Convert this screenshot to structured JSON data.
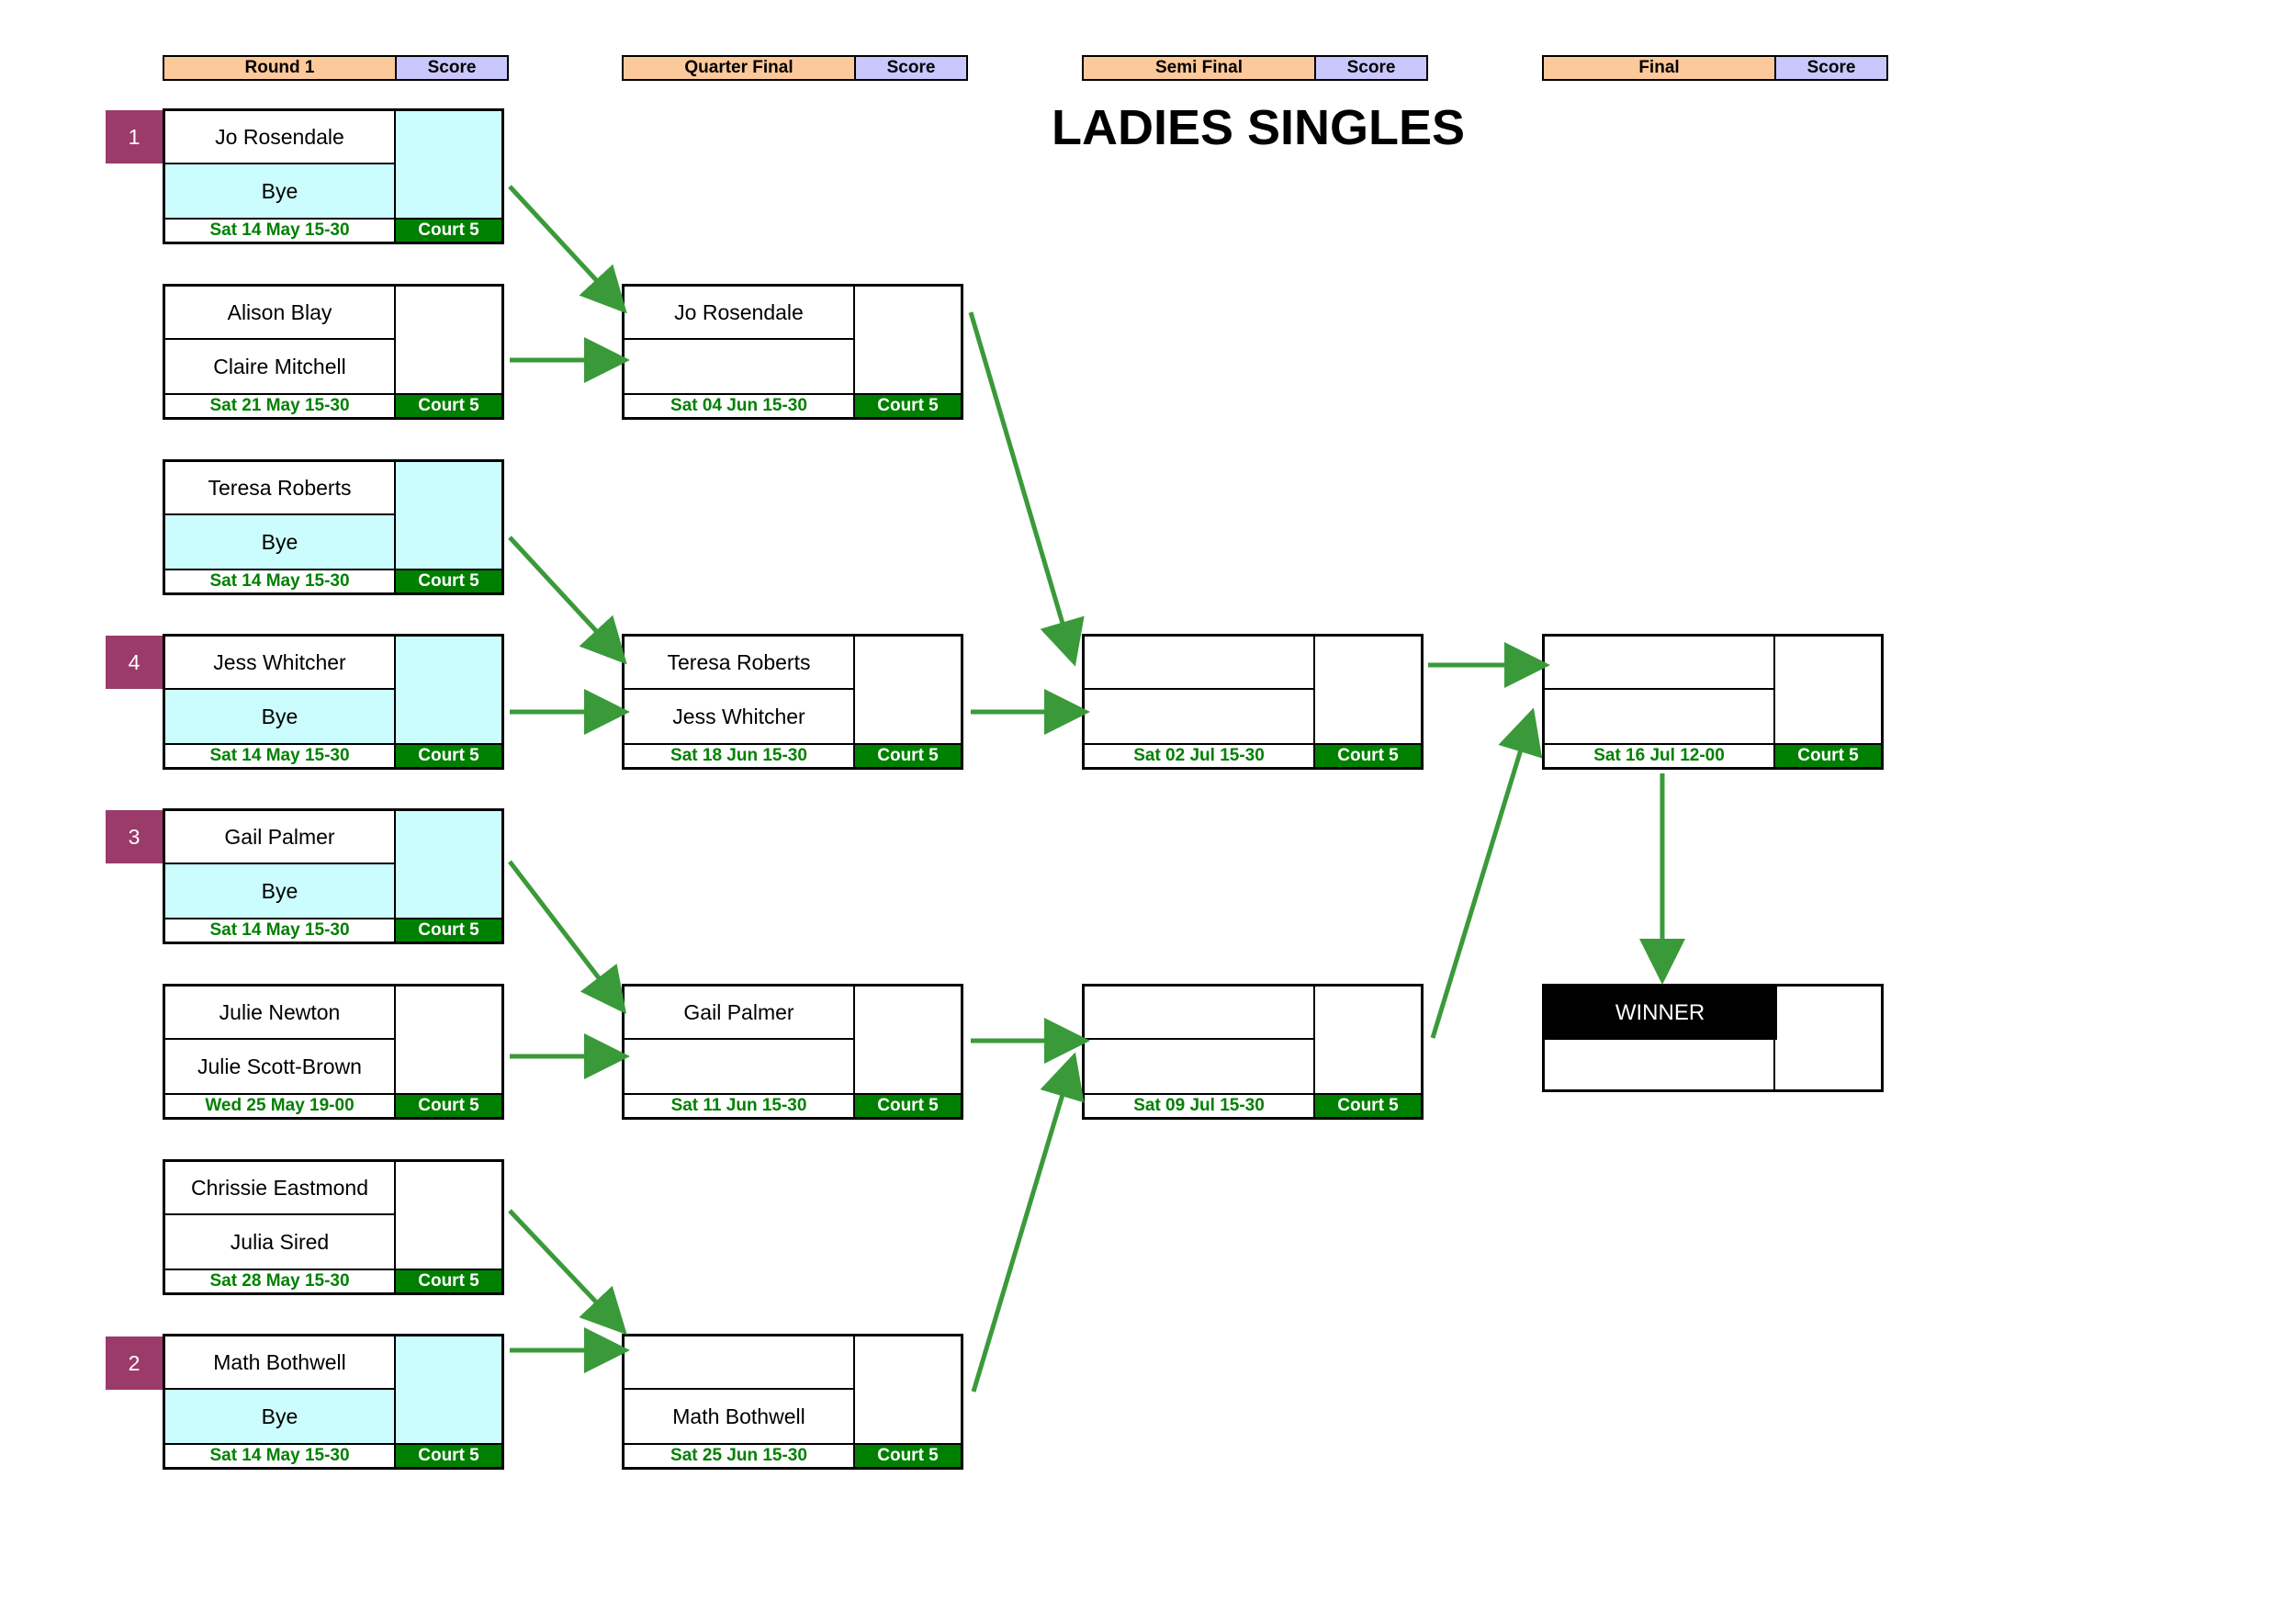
{
  "title": "LADIES SINGLES",
  "headers": [
    {
      "round": "Round 1",
      "score": "Score"
    },
    {
      "round": "Quarter Final",
      "score": "Score"
    },
    {
      "round": "Semi Final",
      "score": "Score"
    },
    {
      "round": "Final",
      "score": "Score"
    }
  ],
  "round1": [
    {
      "seed": "1",
      "p1": "Jo Rosendale",
      "p2": "Bye",
      "date": "Sat 14 May 15-30",
      "court": "Court 5"
    },
    {
      "seed": "",
      "p1": "Alison Blay",
      "p2": "Claire Mitchell",
      "date": "Sat 21 May 15-30",
      "court": "Court 5"
    },
    {
      "seed": "",
      "p1": "Teresa Roberts",
      "p2": "Bye",
      "date": "Sat 14 May 15-30",
      "court": "Court 5"
    },
    {
      "seed": "4",
      "p1": "Jess Whitcher",
      "p2": "Bye",
      "date": "Sat 14 May 15-30",
      "court": "Court 5"
    },
    {
      "seed": "3",
      "p1": "Gail Palmer",
      "p2": "Bye",
      "date": "Sat 14 May 15-30",
      "court": "Court 5"
    },
    {
      "seed": "",
      "p1": "Julie Newton",
      "p2": "Julie Scott-Brown",
      "date": "Wed 25 May 19-00",
      "court": "Court 5"
    },
    {
      "seed": "",
      "p1": "Chrissie Eastmond",
      "p2": "Julia Sired",
      "date": "Sat 28 May 15-30",
      "court": "Court 5"
    },
    {
      "seed": "2",
      "p1": "Math Bothwell",
      "p2": "Bye",
      "date": "Sat 14 May 15-30",
      "court": "Court 5"
    }
  ],
  "quarter_final": [
    {
      "p1": "Jo Rosendale",
      "p2": "",
      "date": "Sat 04 Jun 15-30",
      "court": "Court 5"
    },
    {
      "p1": "Teresa Roberts",
      "p2": "Jess Whitcher",
      "date": "Sat 18 Jun 15-30",
      "court": "Court 5"
    },
    {
      "p1": "Gail Palmer",
      "p2": "",
      "date": "Sat 11 Jun 15-30",
      "court": "Court 5"
    },
    {
      "p1": "",
      "p2": "Math Bothwell",
      "date": "Sat 25 Jun 15-30",
      "court": "Court 5"
    }
  ],
  "semi_final": [
    {
      "p1": "",
      "p2": "",
      "date": "Sat 02 Jul 15-30",
      "court": "Court 5"
    },
    {
      "p1": "",
      "p2": "",
      "date": "Sat 09 Jul 15-30",
      "court": "Court 5"
    }
  ],
  "final": {
    "p1": "",
    "p2": "",
    "date": "Sat 16 Jul 12-00",
    "court": "Court 5"
  },
  "winner": {
    "label": "WINNER",
    "name": ""
  }
}
